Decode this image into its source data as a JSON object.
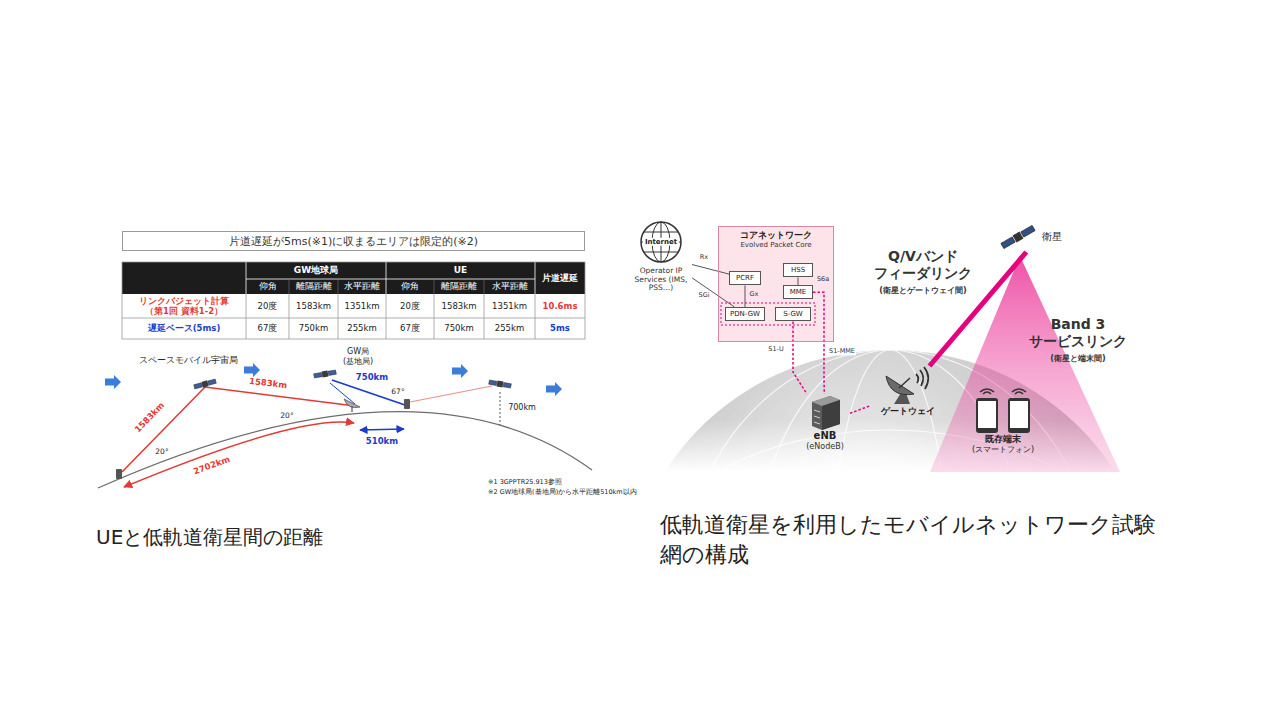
{
  "diagram": {
    "nodes": [
      {
        "text": [
          "片道遅延が5ms(※1)に収まるエリアは限定的(※2)"
        ]
      },
      {
        "text": [
          "Internet",
          "Operator IP Services (IMS, PSS…)"
        ]
      },
      {
        "text": [
          "コアネットワーク",
          "Evolved Packet Core"
        ]
      },
      {
        "text": [
          "PCRF"
        ],
        "in": 2
      },
      {
        "text": [
          "HSS"
        ],
        "in": 2
      },
      {
        "text": [
          "MME"
        ],
        "in": 2
      },
      {
        "text": [
          "PDN-GW"
        ],
        "in": 2
      },
      {
        "text": [
          "S-GW"
        ],
        "in": 2
      },
      {
        "text": [
          "eNB",
          "(eNodeB)"
        ]
      },
      {
        "text": [
          "ゲートウェイ"
        ]
      },
      {
        "text": [
          "衛星"
        ]
      },
      {
        "text": [
          "既存端末",
          "(スマートフォン)"
        ]
      }
    ],
    "edges": [
      {
        "from": 1,
        "to": 3,
        "arrow": "none",
        "label": "Rx"
      },
      {
        "from": 1,
        "to": 6,
        "arrow": "none",
        "label": "SGi"
      },
      {
        "from": 3,
        "to": 6,
        "arrow": "none",
        "label": "Gx"
      },
      {
        "from": 4,
        "to": 5,
        "arrow": "none",
        "label": "S6a"
      },
      {
        "from": 7,
        "to": 8,
        "arrow": "none",
        "label": "S1-U"
      },
      {
        "from": 5,
        "to": 8,
        "arrow": "none",
        "label": "S1-MME"
      },
      {
        "from": 8,
        "to": 9,
        "arrow": "none"
      },
      {
        "from": 9,
        "to": 10,
        "arrow": "none"
      }
    ],
    "labels": [
      "GW地球局",
      "UE",
      "片道遅延",
      "仰角",
      "離隔距離",
      "水平距離",
      "仰角",
      "離隔距離",
      "水平距離",
      "リンクバジェット計算 （第1回 資料1-2）",
      "20度",
      "1583km",
      "1351km",
      "20度",
      "1583km",
      "1351km",
      "10.6ms",
      "遅延ベース(5ms)",
      "67度",
      "750km",
      "255km",
      "67度",
      "750km",
      "255km",
      "5ms",
      "スペースモバイル宇宙局",
      "1583km",
      "1583km",
      "GW局 (基地局)",
      "750km",
      "20°",
      "67°",
      "20°",
      "510km",
      "700km",
      "2702km",
      "※1 3GPPTR25.913参照",
      "※2 GW地球局(基地局)から水平距離510km以内",
      "UEと低軌道衛星間の距離",
      "Q/Vバンド フィーダリンク",
      "(衛星とゲートウェイ間)",
      "Band 3 サービスリンク",
      "(衛星と端末間)",
      "低軌道衛星を利用したモバイルネットワーク試験網の構成"
    ]
  }
}
